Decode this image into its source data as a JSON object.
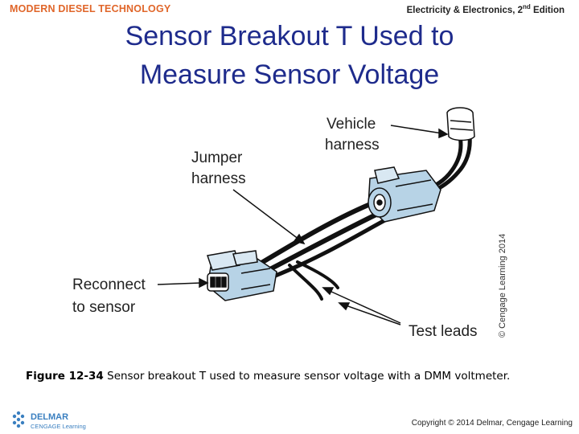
{
  "header": {
    "left": "MODERN DIESEL TECHNOLOGY",
    "right_main": "Electricity & Electronics, 2",
    "right_sup": "nd",
    "right_tail": " Edition"
  },
  "title": {
    "line1": "Sensor Breakout T Used to",
    "line2": "Measure Sensor Voltage"
  },
  "diagram": {
    "labels": {
      "vehicle_harness_1": "Vehicle",
      "vehicle_harness_2": "harness",
      "jumper_harness_1": "Jumper",
      "jumper_harness_2": "harness",
      "reconnect_1": "Reconnect",
      "reconnect_2": "to sensor",
      "test_leads": "Test leads",
      "side_copyright": "© Cengage Learning 2014"
    }
  },
  "caption": {
    "figure": "Figure 12-34",
    "text": " Sensor breakout T used to measure sensor voltage with a DMM voltmeter."
  },
  "footer": {
    "logo_top": "DELMAR",
    "logo_bottom": "CENGAGE Learning",
    "copyright": "Copyright © 2014 Delmar, Cengage Learning"
  },
  "colors": {
    "header_orange": "#e0662a",
    "title_blue": "#1e2b8c",
    "connector_blue": "#b7d3e6"
  }
}
